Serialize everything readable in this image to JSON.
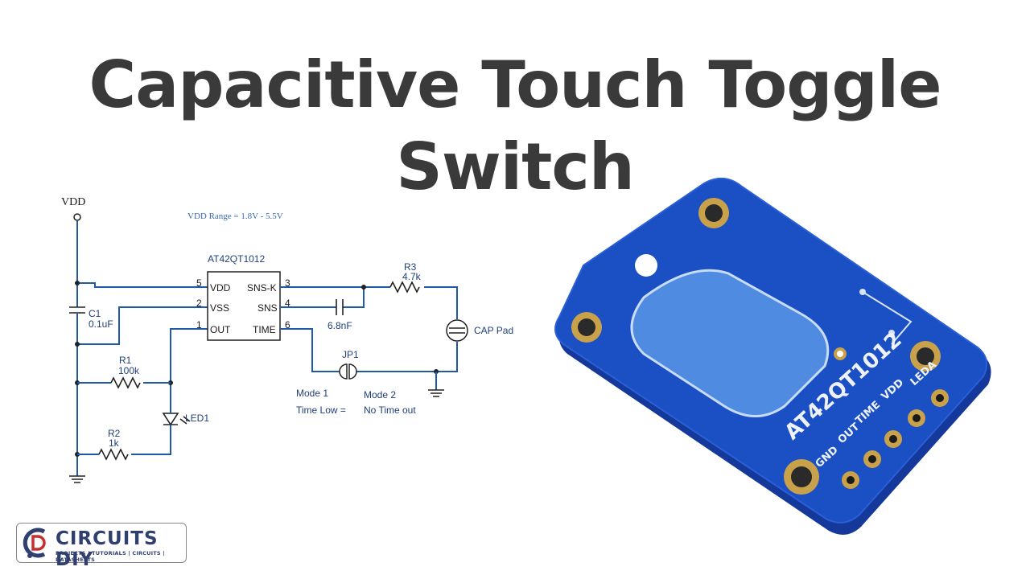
{
  "header": {
    "title_line1": "Capacitive Touch Toggle",
    "title_line2": "Switch"
  },
  "schematic": {
    "supply_label": "VDD",
    "vdd_range": "VDD Range = 1.8V - 5.5V",
    "ic_name": "AT42QT1012",
    "pins_left": [
      {
        "num": "5",
        "name": "VDD"
      },
      {
        "num": "2",
        "name": "VSS"
      },
      {
        "num": "1",
        "name": "OUT"
      }
    ],
    "pins_right": [
      {
        "num": "3",
        "name": "SNS-K"
      },
      {
        "num": "4",
        "name": "SNS"
      },
      {
        "num": "6",
        "name": "TIME"
      }
    ],
    "c1": {
      "ref": "C1",
      "value": "0.1uF"
    },
    "r1": {
      "ref": "R1",
      "value": "100k"
    },
    "r2": {
      "ref": "R2",
      "value": "1k"
    },
    "r3": {
      "ref": "R3",
      "value": "4.7k"
    },
    "led": {
      "ref": "LED1"
    },
    "sns_cap": {
      "value": "6.8nF"
    },
    "cap_pad": {
      "label": "CAP Pad"
    },
    "jumper": {
      "ref": "JP1",
      "mode1": "Mode 1",
      "mode1_desc": "Time Low =",
      "mode2": "Mode 2",
      "mode2_desc": "No Time out"
    }
  },
  "board": {
    "chip_label": "AT42QT1012",
    "pin_labels": [
      "GND",
      "OUT",
      "TIME",
      "VDD",
      "LEDA"
    ]
  },
  "logo": {
    "name": "CIRCUITS DIY",
    "tagline": "PROJECTS | TUTORIALS | CIRCUITS | DATASHEETS"
  },
  "colors": {
    "title": "#3a3a3a",
    "wire": "#1f5aa8",
    "pcb": "#1b4fc4",
    "pad": "#4f8be0"
  }
}
